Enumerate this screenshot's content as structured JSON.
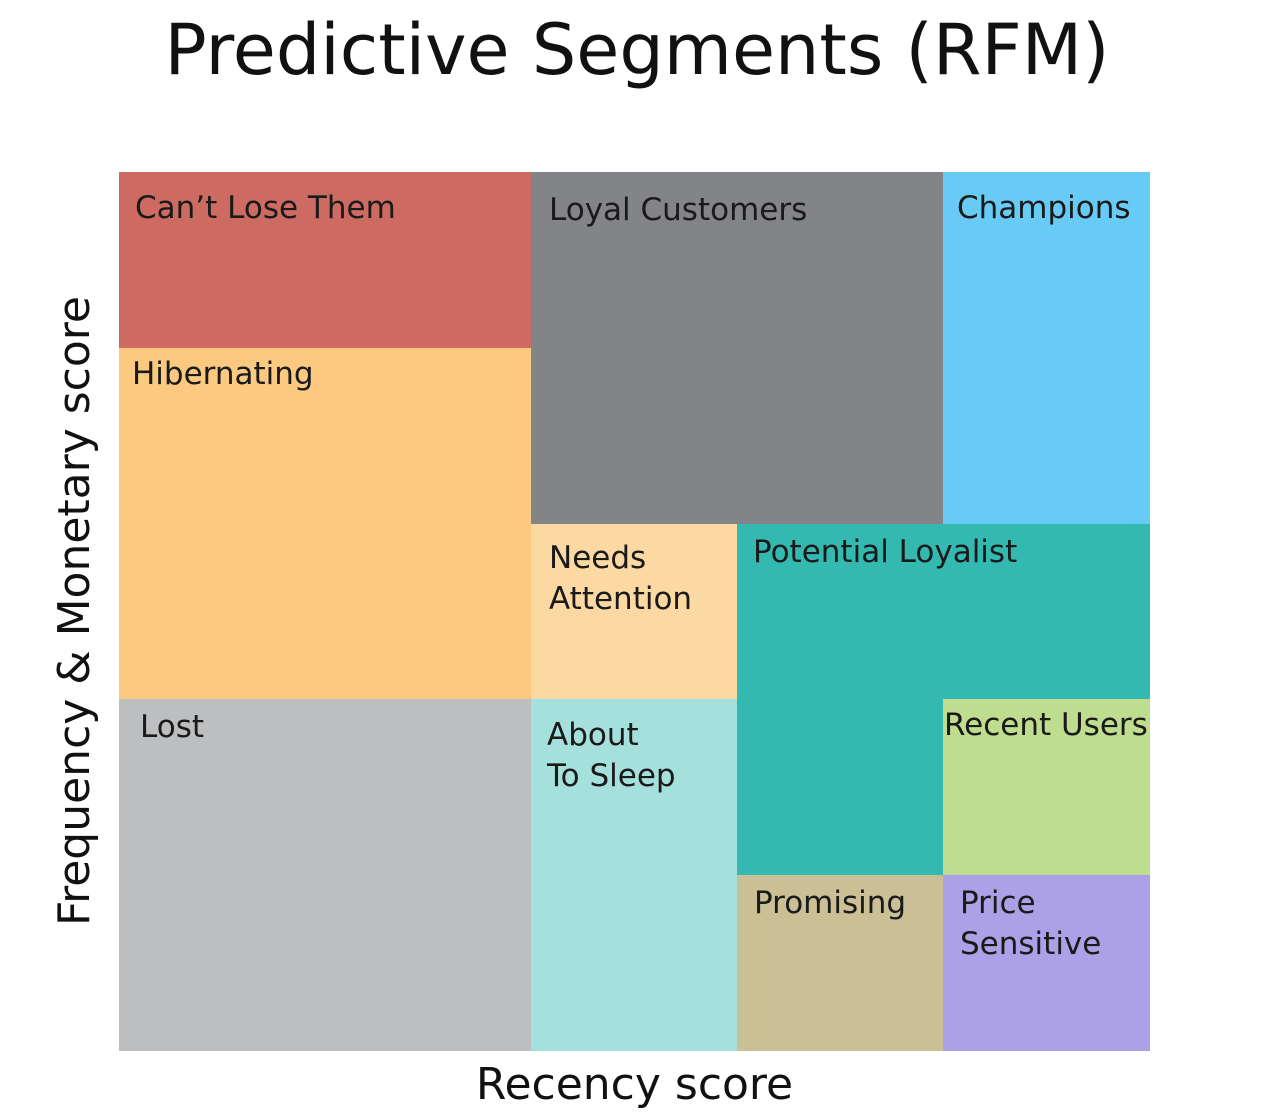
{
  "title": "Predictive Segments (RFM)",
  "axes": {
    "x_label": "Recency score",
    "y_label": "Frequency & Monetary score"
  },
  "segments": {
    "cant_lose_them": {
      "label": "Can’t Lose Them",
      "color": "#cd6b62"
    },
    "loyal_customers": {
      "label": "Loyal Customers",
      "color": "#838487"
    },
    "champions": {
      "label": "Champions",
      "color": "#67cbf5"
    },
    "hibernating": {
      "label": "Hibernating",
      "color": "#fbc97f"
    },
    "needs_attention": {
      "label": "Needs\nAttention",
      "color": "#fcd9a3"
    },
    "potential_loyalist": {
      "label": "Potential Loyalist",
      "color": "#34b9b0"
    },
    "lost": {
      "label": "Lost",
      "color": "#bdbec0"
    },
    "about_to_sleep": {
      "label": "About\nTo Sleep",
      "color": "#a6e0dd"
    },
    "recent_users": {
      "label": "Recent Users",
      "color": "#bedd8f"
    },
    "promising": {
      "label": "Promising",
      "color": "#cbbf96"
    },
    "price_sensitive": {
      "label": "Price\nSensitive",
      "color": "#aca1e6"
    }
  }
}
